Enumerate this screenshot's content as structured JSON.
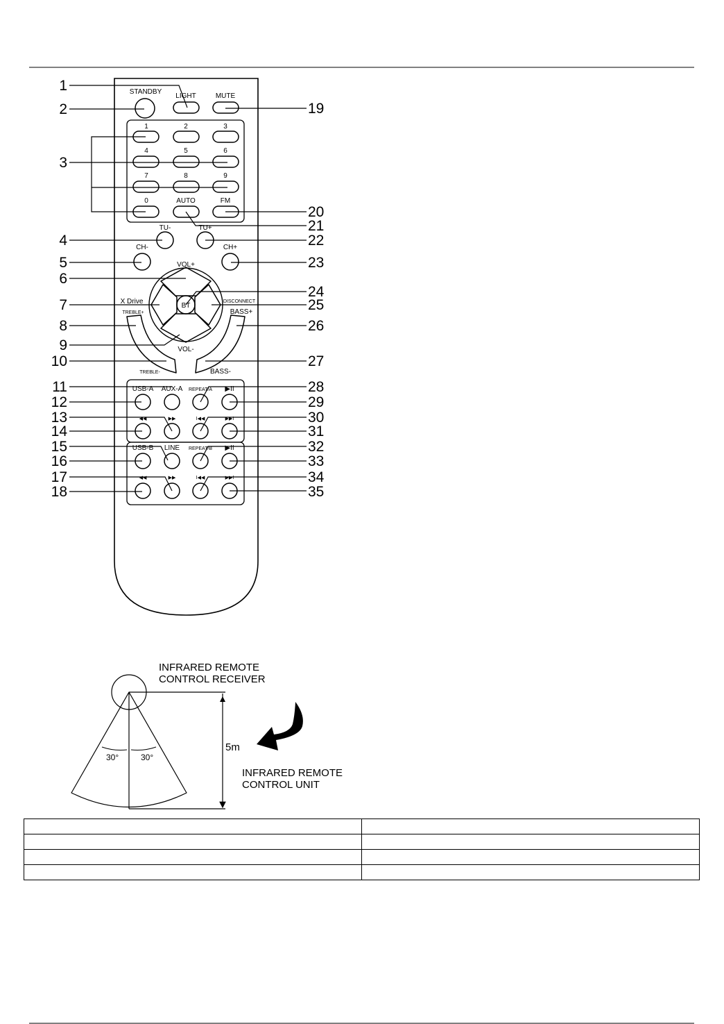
{
  "remote": {
    "buttons": {
      "standby": "STANDBY",
      "light": "LIGHT",
      "mute": "MUTE",
      "n1": "1",
      "n2": "2",
      "n3": "3",
      "n4": "4",
      "n5": "5",
      "n6": "6",
      "n7": "7",
      "n8": "8",
      "n9": "9",
      "n0": "0",
      "auto": "AUTO",
      "fm": "FM",
      "tu_minus": "TU-",
      "tu_plus": "TU+",
      "ch_minus": "CH-",
      "ch_plus": "CH+",
      "vol_plus": "VOL+",
      "vol_minus": "VOL-",
      "bt": "BT",
      "x_drive": "X Drive",
      "disconnect": "DISCONNECT",
      "treble_plus": "TREBLE+",
      "treble_minus": "TREBLE-",
      "bass_plus": "BASS+",
      "bass_minus": "BASS-",
      "usb_a": "USB-A",
      "aux_a": "AUX-A",
      "repeat_a": "REPEAT/A",
      "play_pause_a": "▶II",
      "rew_a": "◀◀",
      "ff_a": "▶▶",
      "prev_a": "I◀◀",
      "next_a": "▶▶I",
      "usb_b": "USB-B",
      "line": "LINE",
      "repeat_b": "REPEAT/B",
      "play_pause_b": "▶II",
      "rew_b": "◀◀",
      "ff_b": "▶▶",
      "prev_b": "I◀◀",
      "next_b": "▶▶I"
    },
    "callouts": {
      "c1": "1",
      "c2": "2",
      "c3": "3",
      "c4": "4",
      "c5": "5",
      "c6": "6",
      "c7": "7",
      "c8": "8",
      "c9": "9",
      "c10": "10",
      "c11": "11",
      "c12": "12",
      "c13": "13",
      "c14": "14",
      "c15": "15",
      "c16": "16",
      "c17": "17",
      "c18": "18",
      "c19": "19",
      "c20": "20",
      "c21": "21",
      "c22": "22",
      "c23": "23",
      "c24": "24",
      "c25": "25",
      "c26": "26",
      "c27": "27",
      "c28": "28",
      "c29": "29",
      "c30": "30",
      "c31": "31",
      "c32": "32",
      "c33": "33",
      "c34": "34",
      "c35": "35"
    }
  },
  "ir_diagram": {
    "receiver_label_line1": "INFRARED REMOTE",
    "receiver_label_line2": "CONTROL RECEIVER",
    "unit_label_line1": "INFRARED REMOTE",
    "unit_label_line2": "CONTROL UNIT",
    "distance": "5m",
    "angle_left": "30°",
    "angle_right": "30°"
  },
  "table": {
    "rows": [
      [
        "",
        ""
      ],
      [
        "",
        ""
      ],
      [
        "",
        ""
      ],
      [
        "",
        ""
      ]
    ]
  }
}
